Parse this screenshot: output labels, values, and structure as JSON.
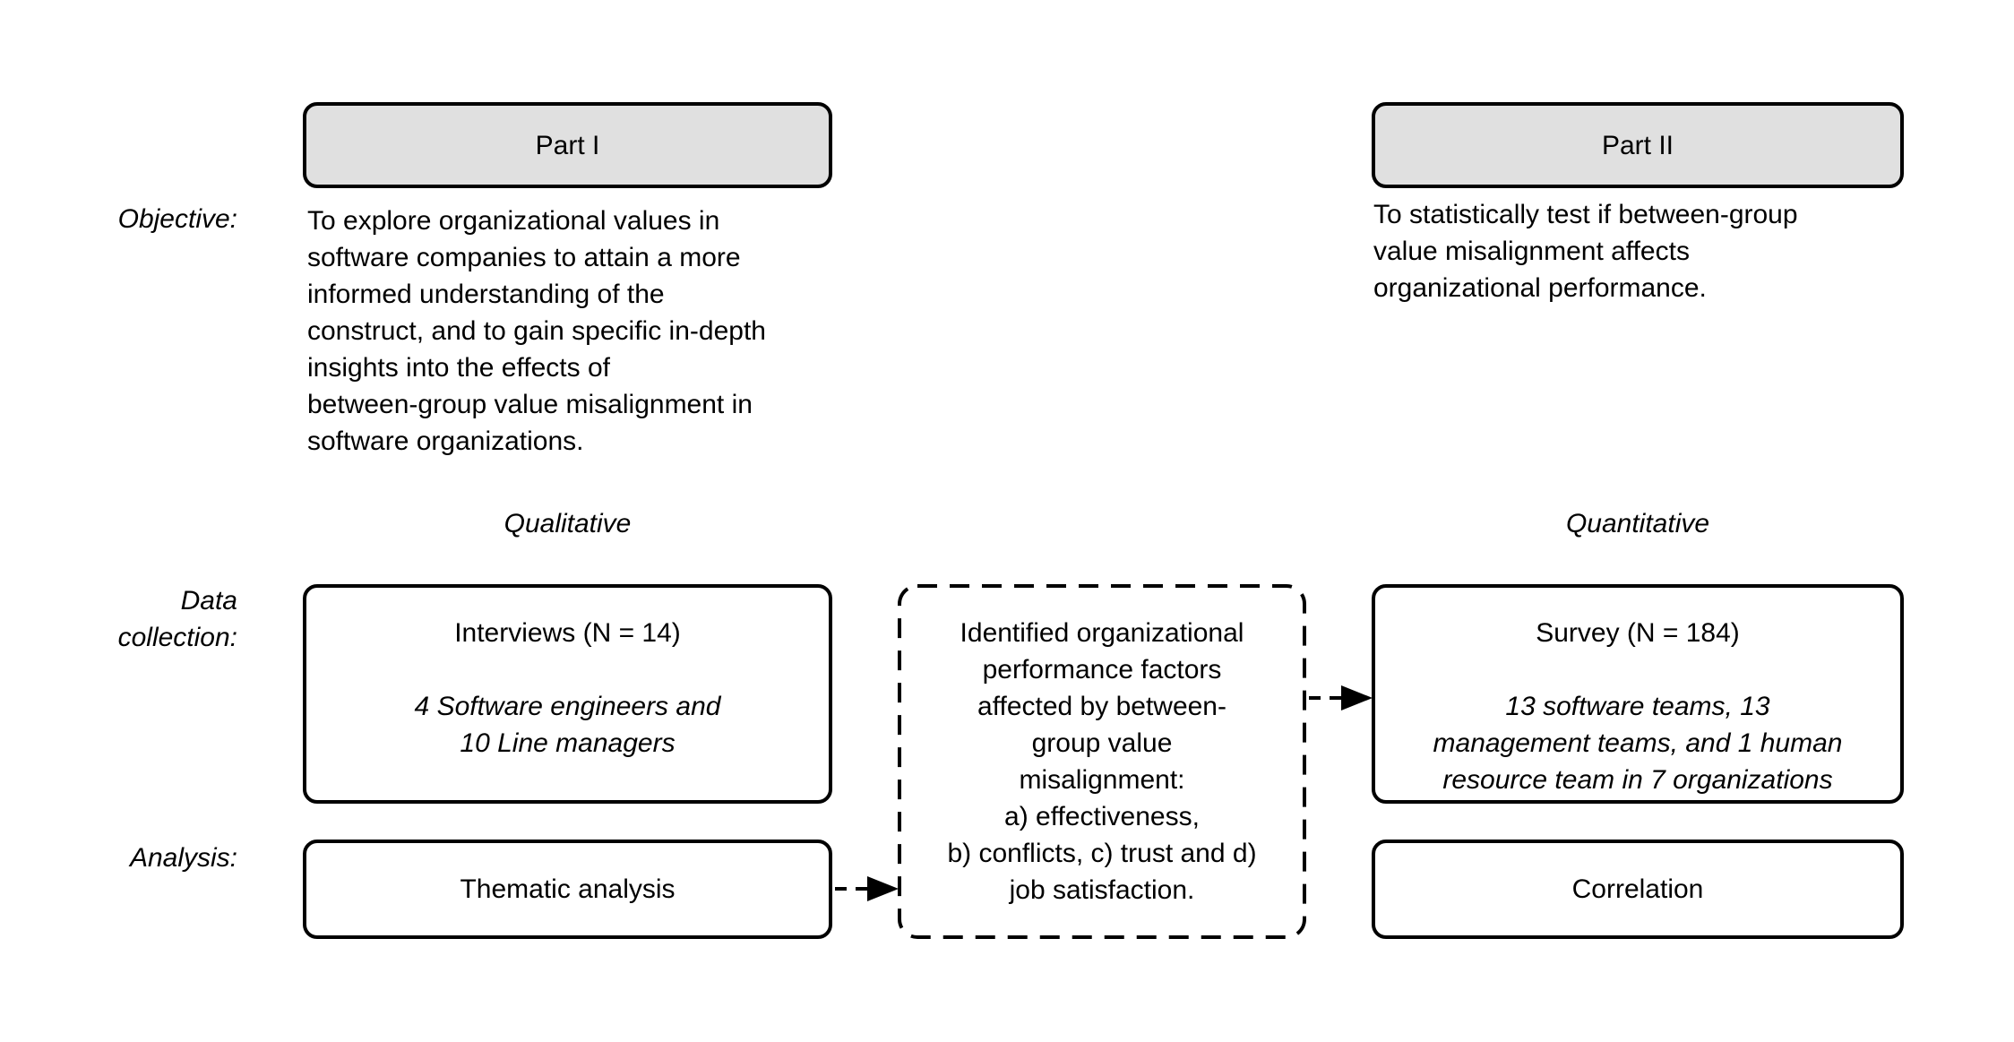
{
  "diagram": {
    "part1": {
      "header": "Part I",
      "objective": "To explore organizational values in\nsoftware companies to attain a more\ninformed understanding of the\nconstruct, and to gain specific in-depth\ninsights into the effects of\nbetween-group value misalignment in\nsoftware organizations.",
      "method_label": "Qualitative",
      "data_collection_title": "Interviews (N = 14)",
      "data_collection_detail": "4 Software engineers and\n10 Line managers",
      "analysis": "Thematic analysis"
    },
    "part2": {
      "header": "Part II",
      "objective": "To statistically test if between-group\nvalue misalignment affects\norganizational performance.",
      "method_label": "Quantitative",
      "data_collection_title": "Survey (N = 184)",
      "data_collection_detail": "13 software teams, 13\nmanagement teams, and 1 human\nresource team in 7 organizations",
      "analysis": "Correlation"
    },
    "row_labels": {
      "objective": "Objective:",
      "data_collection": "Data\ncollection:",
      "analysis": "Analysis:"
    },
    "linking_note": "Identified organizational\nperformance factors\naffected by between-\ngroup value\nmisalignment:\na) effectiveness,\nb) conflicts, c) trust and d)\njob satisfaction.",
    "colors": {
      "header_fill": "#e0e0e0",
      "border": "#000000",
      "background": "#ffffff",
      "text": "#000000"
    }
  }
}
